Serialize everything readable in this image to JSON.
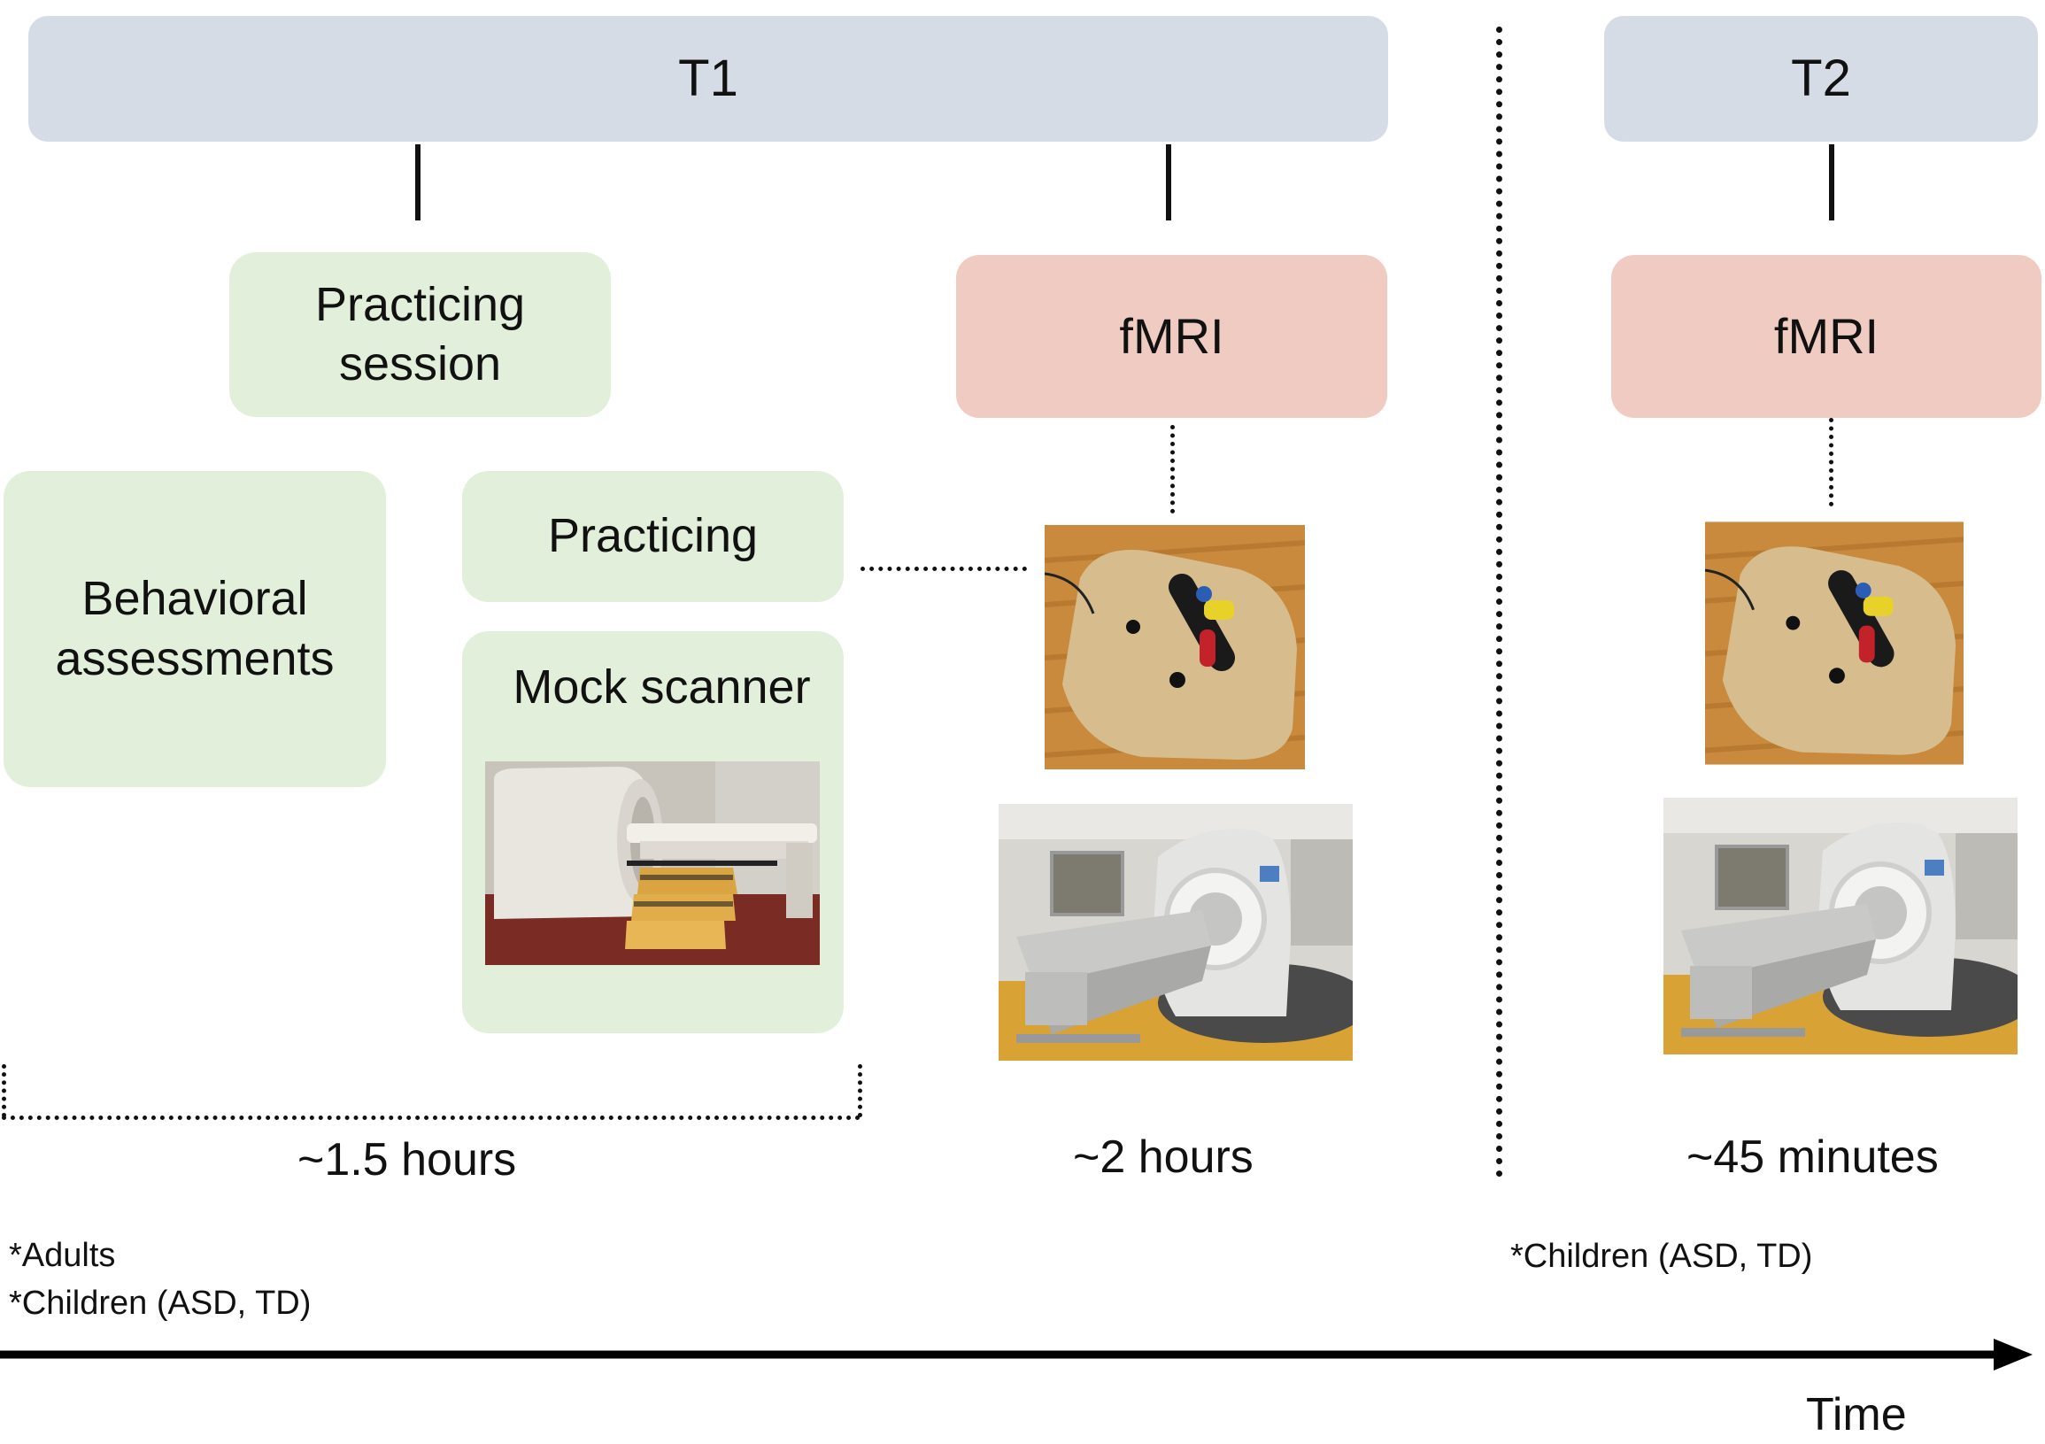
{
  "t1": {
    "label": "T1"
  },
  "t2": {
    "label": "T2"
  },
  "t1_practicing_session": "Practicing session",
  "t1_fmri": "fMRI",
  "t2_fmri": "fMRI",
  "behavioral_assessments": "Behavioral assessments",
  "practicing": "Practicing",
  "mock_scanner": "Mock scanner",
  "durations": {
    "practice": "~1.5 hours",
    "fmri_t1": "~2 hours",
    "fmri_t2": "~45 minutes"
  },
  "participants": {
    "t1_line1": "*Adults",
    "t1_line2": "*Children (ASD, TD)",
    "t2": "*Children (ASD, TD)"
  },
  "axis": {
    "label": "Time"
  },
  "colors": {
    "phase": "#d6dce5",
    "practice": "#e2efda",
    "fmri": "#f0cbc2"
  },
  "icons": [
    "response-pad-photo",
    "mri-scanner-photo",
    "mock-scanner-photo"
  ]
}
